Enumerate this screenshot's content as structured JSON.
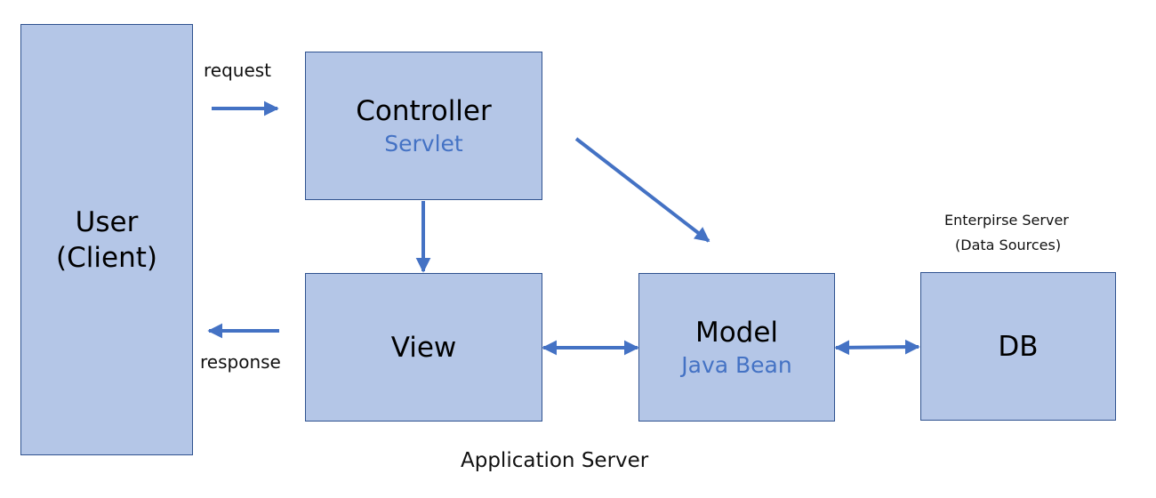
{
  "colors": {
    "box_fill": "#b4c6e7",
    "box_border": "#2f528f",
    "arrow": "#4472c4",
    "tech_text": "#4472c4"
  },
  "user_box": {
    "label": "User\n(Client)"
  },
  "controller_box": {
    "title": "Controller",
    "tech": "Servlet"
  },
  "view_box": {
    "title": "View"
  },
  "model_box": {
    "title": "Model",
    "tech": "Java Bean"
  },
  "db_box": {
    "title": "DB"
  },
  "labels": {
    "request": "request",
    "response": "response",
    "enterprise_server": "Enterpirse Server",
    "data_sources": "(Data Sources)",
    "application_server": "Application Server"
  }
}
